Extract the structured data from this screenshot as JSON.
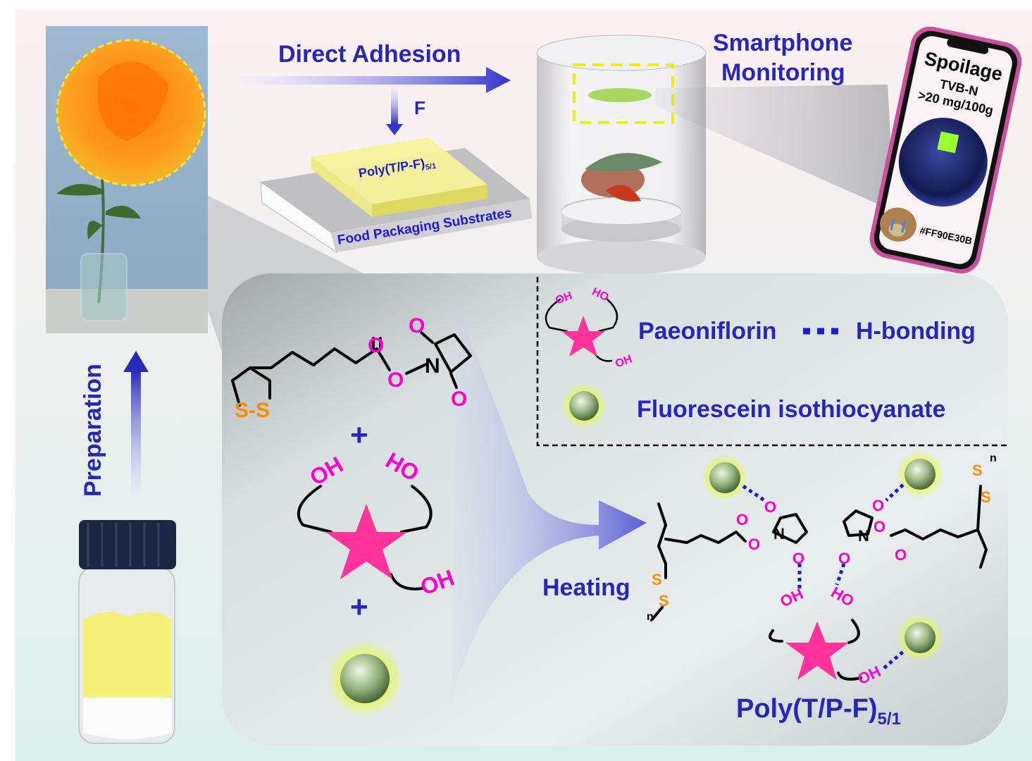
{
  "top": {
    "direct_adhesion": "Direct Adhesion",
    "force": "F",
    "film_label": "Poly(T/P-F)",
    "film_sub": "5/1",
    "substrate_label": "Food Packaging Substrates",
    "monitoring_line1": "Smartphone",
    "monitoring_line2": "Monitoring"
  },
  "phone": {
    "title": "Spoilage",
    "metric": "TVB-N",
    "threshold": ">20 mg/100g",
    "color_code": "#FF90E30B"
  },
  "left": {
    "preparation": "Preparation"
  },
  "legend": {
    "paeoniflorin": "Paeoniflorin",
    "h_bonding": "H-bonding",
    "fitc": "Fluorescein isothiocyanate"
  },
  "reaction": {
    "plus": "+",
    "heating": "Heating",
    "product": "Poly(T/P-F)",
    "product_sub": "5/1"
  },
  "atoms": {
    "O": "O",
    "N": "N",
    "S": "S",
    "SS": "S-S",
    "OH": "OH",
    "HO": "HO",
    "n": "n"
  },
  "colors": {
    "accent_blue": "#1a1ad6",
    "magenta": "#ff00cc",
    "orange": "#ff8c00",
    "star": "#ff3399",
    "phone_frame": "#c9509a"
  }
}
